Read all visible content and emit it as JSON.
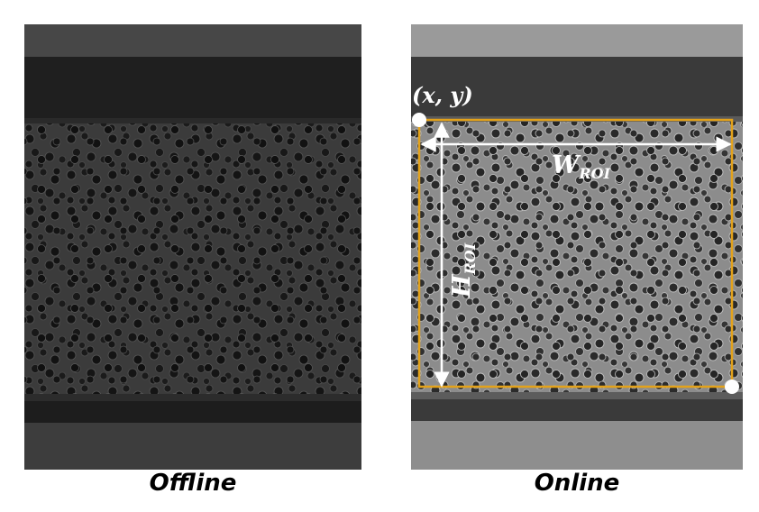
{
  "panels": [
    {
      "caption": "Offline",
      "brightness": "dark"
    },
    {
      "caption": "Online",
      "brightness": "light"
    }
  ],
  "annotation": {
    "point_label_open": "(",
    "point_label_x": "x",
    "point_label_sep": ", ",
    "point_label_y": "y",
    "point_label_close": ")",
    "width_main": "W",
    "width_sub": "ROI",
    "height_main": "H",
    "height_sub": "ROI"
  },
  "colors": {
    "roi_box": "#e3a21a",
    "arrows": "#ffffff",
    "corner_markers": "#ffffff"
  }
}
